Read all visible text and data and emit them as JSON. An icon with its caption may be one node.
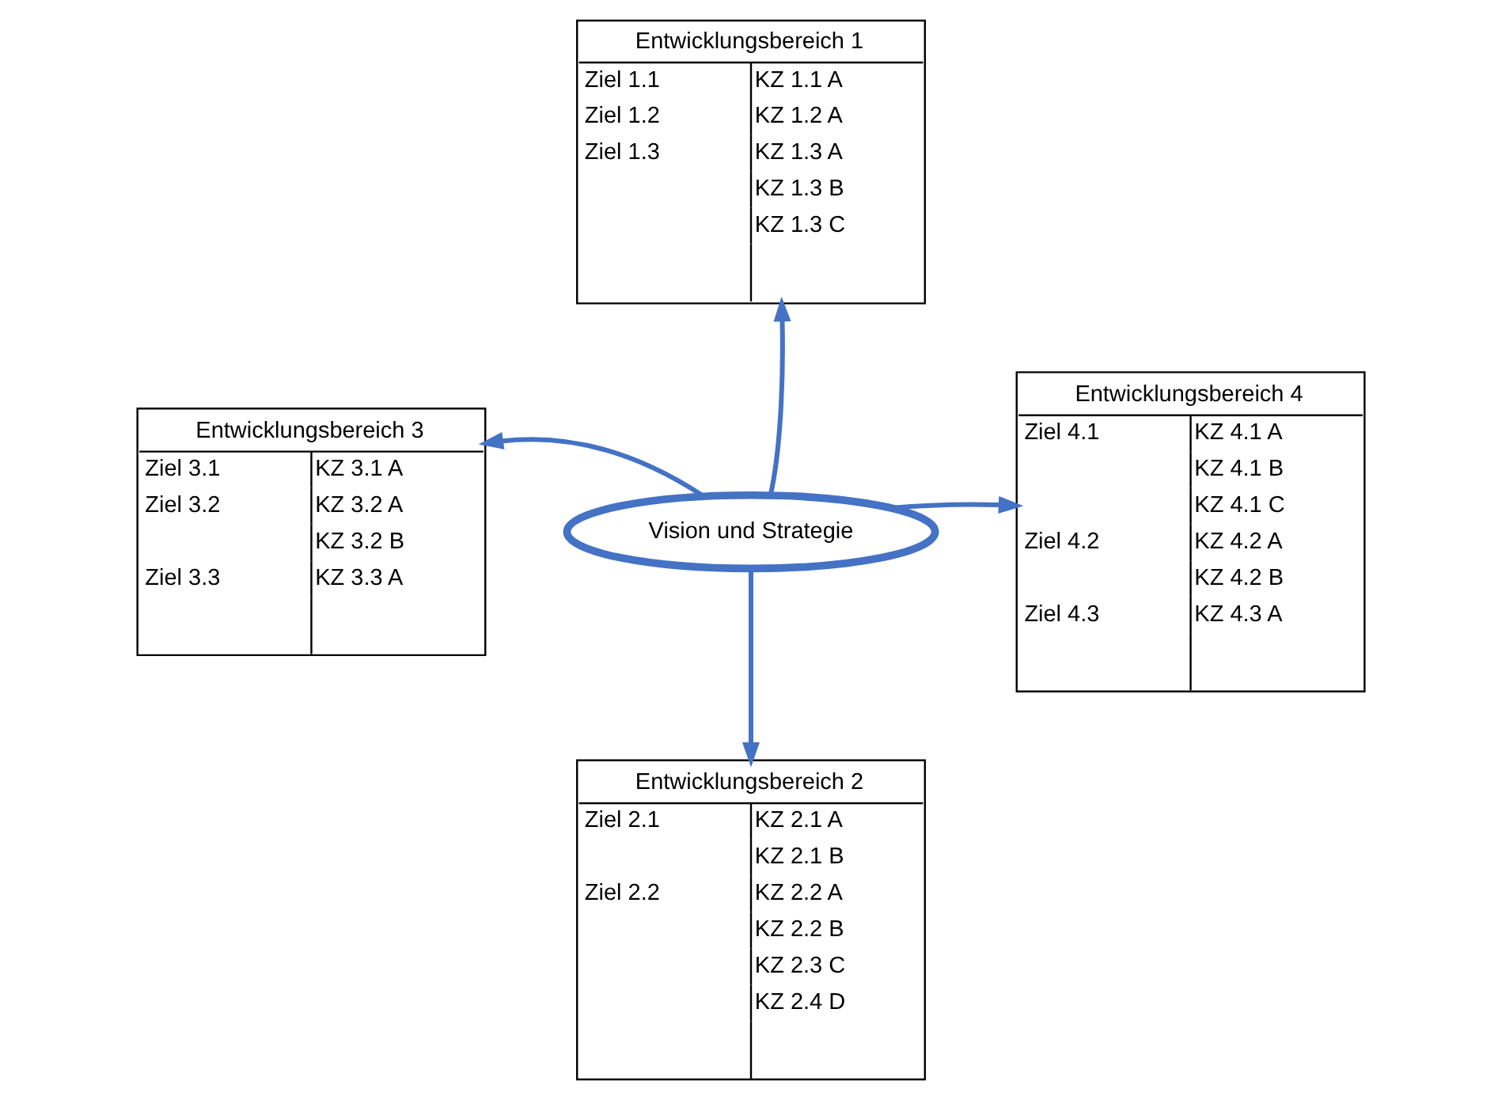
{
  "diagram": {
    "nodes": [
      {
        "text": [
          "Entwicklungsbereich 1",
          "Ziel 1.1",
          "Ziel 1.2",
          "Ziel 1.3",
          "KZ 1.1 A",
          "KZ 1.2 A",
          "KZ 1.3 A",
          "KZ 1.3 B",
          "KZ 1.3 C"
        ]
      },
      {
        "text": [
          "Entwicklungsbereich 3",
          "Ziel 3.1",
          "Ziel 3.2",
          "Ziel 3.3",
          "KZ 3.1 A",
          "KZ 3.2 A",
          "KZ 3.2 B",
          "KZ 3.3 A"
        ]
      },
      {
        "text": [
          "Vision und Strategie"
        ]
      },
      {
        "text": [
          "Entwicklungsbereich 4",
          "Ziel 4.1",
          "Ziel 4.2",
          "Ziel 4.3",
          "KZ 4.1 A",
          "KZ 4.1 B",
          "KZ 4.1 C",
          "KZ 4.2 A",
          "KZ 4.2 B",
          "KZ 4.3 A"
        ]
      },
      {
        "text": [
          "Entwicklungsbereich 2",
          "Ziel 2.1",
          "Ziel 2.2",
          "KZ 2.1 A",
          "KZ 2.1 B",
          "KZ 2.2 A",
          "KZ 2.2 B",
          "KZ 2.3 C",
          "KZ 2.4 D"
        ]
      }
    ],
    "edges": [
      {
        "from": 2,
        "to": 0,
        "arrow": "to"
      },
      {
        "from": 2,
        "to": 1,
        "arrow": "to"
      },
      {
        "from": 2,
        "to": 3,
        "arrow": "to"
      },
      {
        "from": 2,
        "to": 4,
        "arrow": "to"
      }
    ]
  }
}
